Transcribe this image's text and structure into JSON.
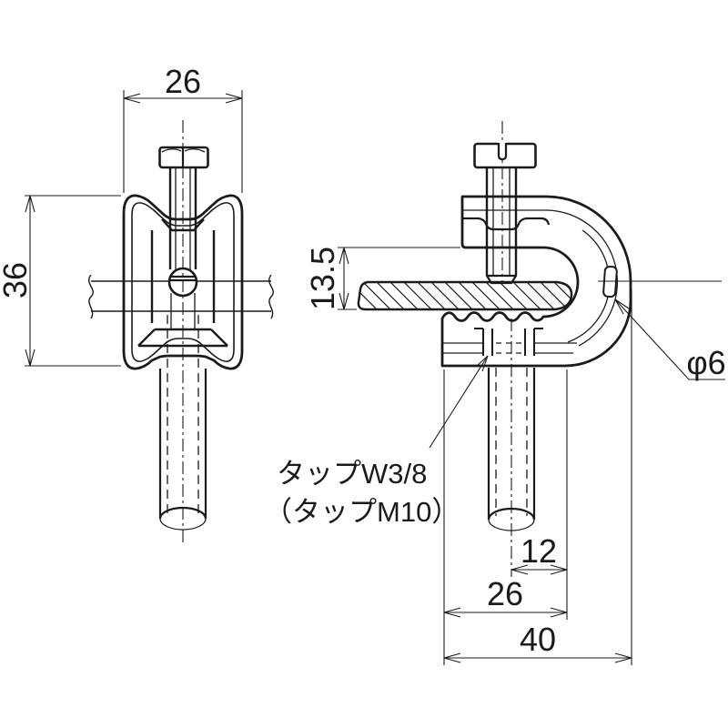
{
  "drawing": {
    "background": "#ffffff",
    "line_color": "#1b1b1b",
    "front_view": {
      "width_dim": "26",
      "height_dim": "36"
    },
    "side_view": {
      "throat_dim": "13.5",
      "rod_offset_dim": "12",
      "jaw_width_dim": "26",
      "overall_width_dim": "40",
      "hole_dim": "φ6",
      "tap_label_line1": "タップW3/8",
      "tap_label_line2": "（タップM10）"
    }
  }
}
